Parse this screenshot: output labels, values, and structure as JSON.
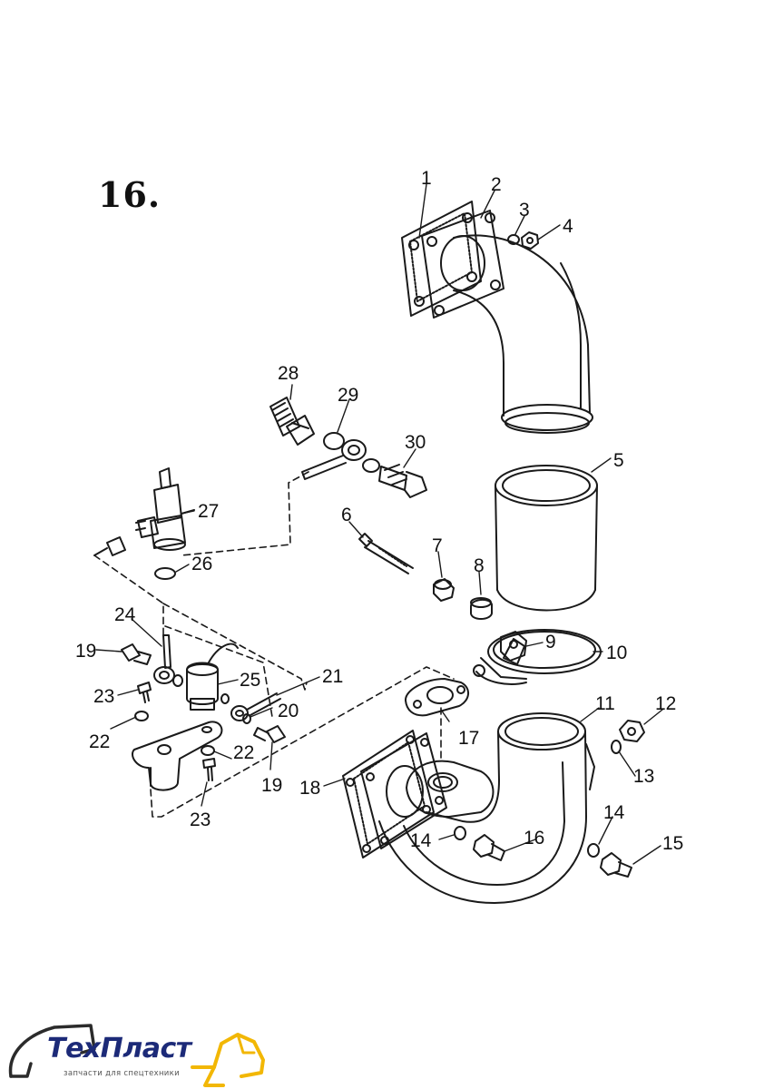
{
  "figure_number": "16.",
  "part_labels": [
    "1",
    "2",
    "3",
    "4",
    "5",
    "6",
    "7",
    "8",
    "9",
    "10",
    "11",
    "12",
    "13",
    "14",
    "14",
    "15",
    "16",
    "17",
    "18",
    "19",
    "19",
    "20",
    "21",
    "22",
    "22",
    "23",
    "23",
    "24",
    "25",
    "26",
    "27",
    "28",
    "29",
    "30"
  ],
  "logo": {
    "brand": "ТехПласт",
    "tagline": "запчасти для спецтехники",
    "colors": {
      "brand_text": "#1c2a78",
      "accent": "#f2b705",
      "outline": "#2b2b2b"
    }
  }
}
